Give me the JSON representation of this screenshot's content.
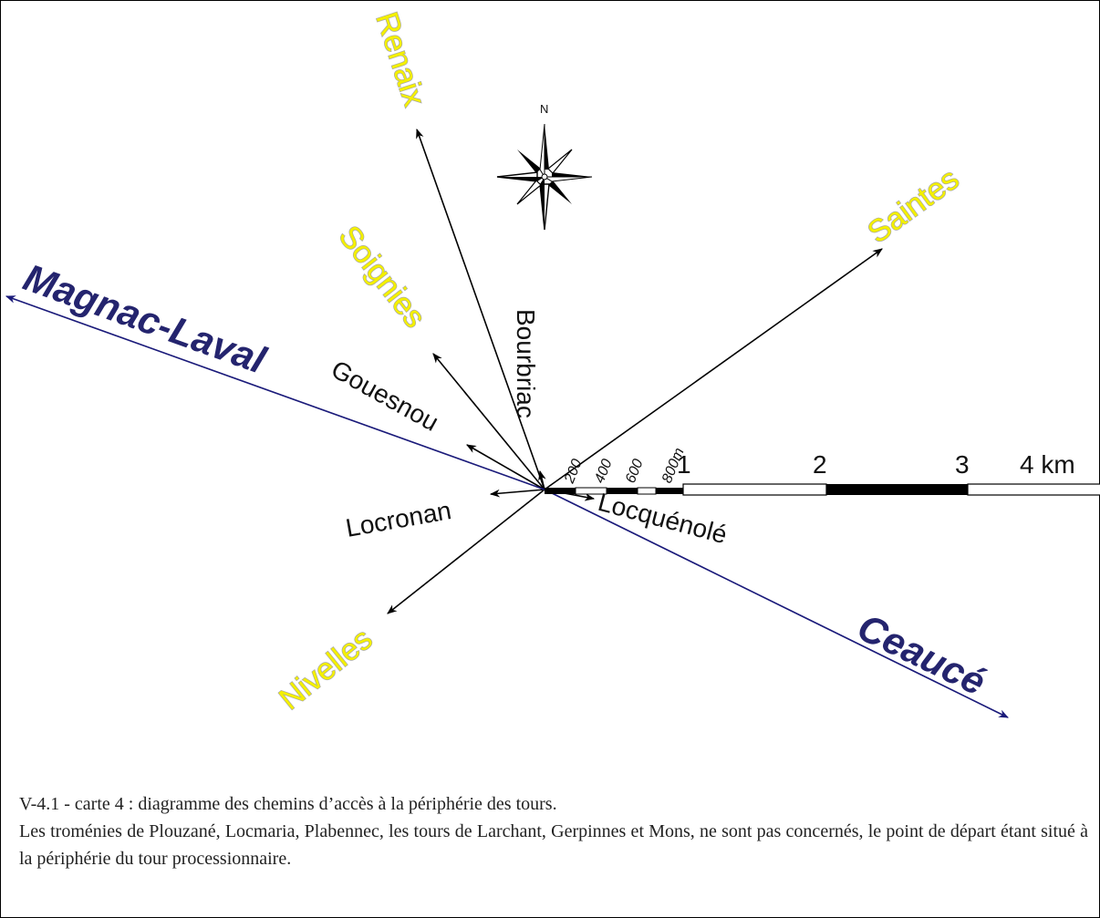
{
  "compass": {
    "north_label": "N",
    "icon": "compass-rose-icon"
  },
  "destinations": [
    {
      "id": "renaix",
      "label": "Renaix",
      "style": "yellow"
    },
    {
      "id": "saintes",
      "label": "Saintes",
      "style": "yellow"
    },
    {
      "id": "soignies",
      "label": "Soignies",
      "style": "yellow"
    },
    {
      "id": "nivelles",
      "label": "Nivelles",
      "style": "yellow"
    },
    {
      "id": "magnac-laval",
      "label": "Magnac-Laval",
      "style": "blue"
    },
    {
      "id": "ceauce",
      "label": "Ceaucé",
      "style": "blue"
    },
    {
      "id": "bourbriac",
      "label": "Bourbriac",
      "style": "black"
    },
    {
      "id": "gouesnou",
      "label": "Gouesnou",
      "style": "black"
    },
    {
      "id": "locronan",
      "label": "Locronan",
      "style": "black"
    },
    {
      "id": "locquenole",
      "label": "Locquénolé",
      "style": "black"
    }
  ],
  "colors": {
    "yellow_label": "#f4f000",
    "blue_label": "#24246e",
    "blue_line": "#1a1a7a",
    "black": "#000000"
  },
  "scale_bar": {
    "fine_labels": [
      "200",
      "400",
      "600",
      "800m"
    ],
    "km_labels": [
      "1",
      "2",
      "3",
      "4 km"
    ]
  },
  "caption": {
    "line1": "V-4.1 - carte 4 : diagramme des chemins d’accès à la périphérie des tours.",
    "line2": "Les troménies de Plouzané, Locmaria, Plabennec, les tours de Larchant, Gerpinnes et Mons, ne sont pas concernés, le point de départ étant situé à la périphérie du tour processionnaire."
  }
}
